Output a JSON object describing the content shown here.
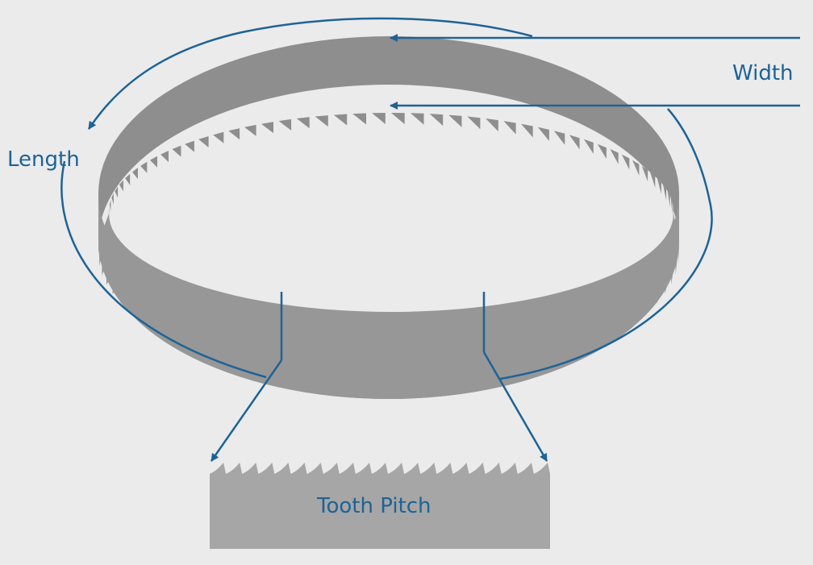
{
  "labels": {
    "width": "Width",
    "length": "Length",
    "tooth_pitch": "Tooth Pitch"
  },
  "colors": {
    "background": "#ebebeb",
    "blade_outer": "#979797",
    "blade_inner": "#8e8e8e",
    "detail_strip": "#a6a6a6",
    "annotation": "#1d6396"
  },
  "icons": [
    "arrow-head-icon"
  ]
}
